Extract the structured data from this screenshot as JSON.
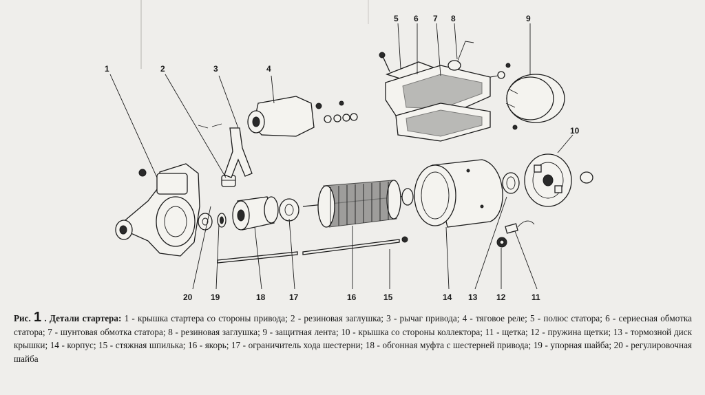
{
  "caption": {
    "prefix": "Рис.",
    "figure_number": "1",
    "title": ". Детали стартера:",
    "text": "1 - крышка стартера со стороны привода; 2 - резиновая заглушка; 3 - рычаг привода; 4 - тяговое реле; 5 - полюс статора; 6 - сериесная обмотка статора; 7 - шунтовая обмотка статора; 8 - резиновая заглушка; 9 - защитная лента; 10 - крышка со стороны коллектора; 11 - щетка; 12 - пружина щетки; 13 - тормозной диск крышки; 14 - корпус; 15 - стяжная шпилька; 16 - якорь; 17 - ограничитель хода шестерни; 18 - обгонная муфта с шестерней привода; 19 - упорная шайба; 20 - регулировочная шайба"
  },
  "labels": {
    "n1": "1",
    "n2": "2",
    "n3": "3",
    "n4": "4",
    "n5": "5",
    "n6": "6",
    "n7": "7",
    "n8": "8",
    "n9": "9",
    "n10": "10",
    "n11": "11",
    "n12": "12",
    "n13": "13",
    "n14": "14",
    "n15": "15",
    "n16": "16",
    "n17": "17",
    "n18": "18",
    "n19": "19",
    "n20": "20"
  }
}
